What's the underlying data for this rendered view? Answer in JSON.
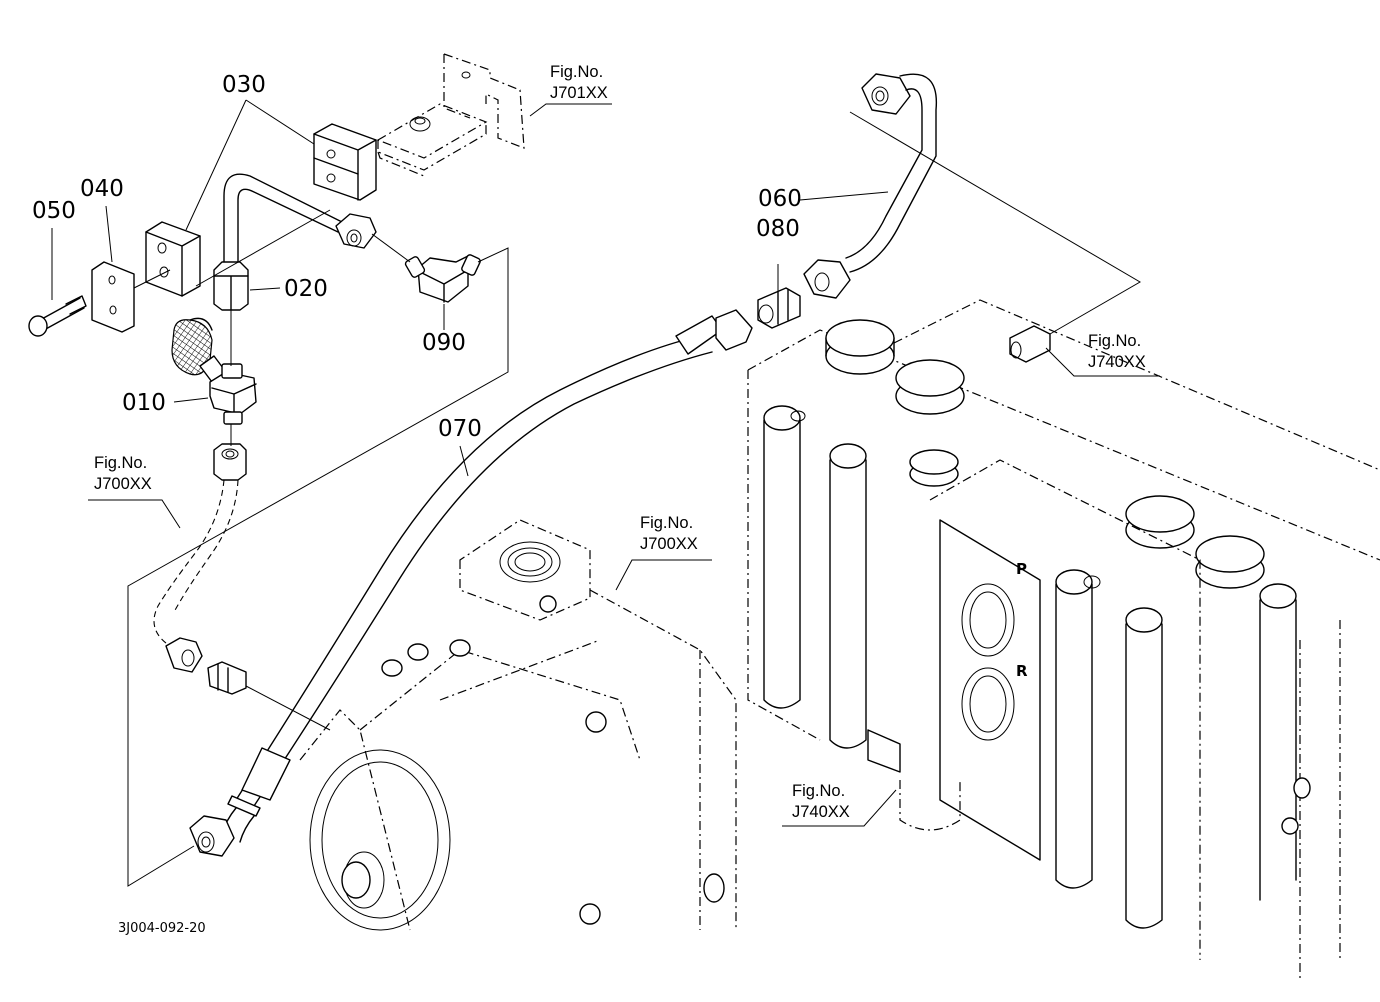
{
  "diagram": {
    "type": "exploded-parts-diagram",
    "drawing_code": "3J004-092-20",
    "part_labels": [
      {
        "id": "p010",
        "text": "010"
      },
      {
        "id": "p020",
        "text": "020"
      },
      {
        "id": "p030",
        "text": "030"
      },
      {
        "id": "p040",
        "text": "040"
      },
      {
        "id": "p050",
        "text": "050"
      },
      {
        "id": "p060",
        "text": "060"
      },
      {
        "id": "p070",
        "text": "070"
      },
      {
        "id": "p080",
        "text": "080"
      },
      {
        "id": "p090",
        "text": "090"
      }
    ],
    "figure_refs": [
      {
        "id": "ref_j701",
        "caption": "Fig.No.",
        "code": "J701XX"
      },
      {
        "id": "ref_j740_top",
        "caption": "Fig.No.",
        "code": "J740XX"
      },
      {
        "id": "ref_j700_left",
        "caption": "Fig.No.",
        "code": "J700XX"
      },
      {
        "id": "ref_j700_pump",
        "caption": "Fig.No.",
        "code": "J700XX"
      },
      {
        "id": "ref_j740_bottom",
        "caption": "Fig.No.",
        "code": "J740XX"
      }
    ],
    "port_marks": [
      "P",
      "R"
    ]
  }
}
